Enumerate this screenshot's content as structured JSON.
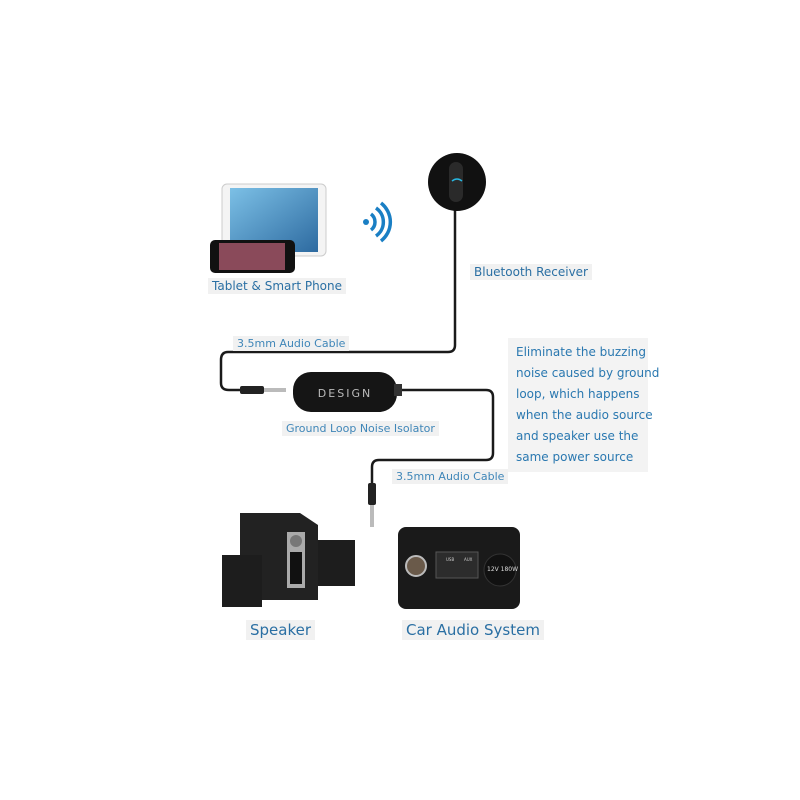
{
  "labels": {
    "devices": "Tablet & Smart Phone",
    "receiver": "Bluetooth Receiver",
    "cable_1": "3.5mm Audio Cable",
    "isolator": "Ground Loop Noise Isolator",
    "cable_2": "3.5mm Audio Cable",
    "speaker": "Speaker",
    "car": "Car Audio System"
  },
  "isolator_brand": "DESIGN",
  "car_panel": {
    "usb": "USB",
    "aux": "AUX",
    "socket": "12V 180W"
  },
  "description": [
    "Eliminate the buzzing",
    "noise caused by ground",
    "loop, which happens",
    "when the audio source",
    "and speaker use the",
    "same power source"
  ],
  "colors": {
    "label_text": "#2a6fa3",
    "label_bg": "#f1f1f1",
    "wireless_icon": "#1a7fc4",
    "device_black": "#111111"
  },
  "icons": {
    "wireless": "wifi-signal-icon"
  }
}
